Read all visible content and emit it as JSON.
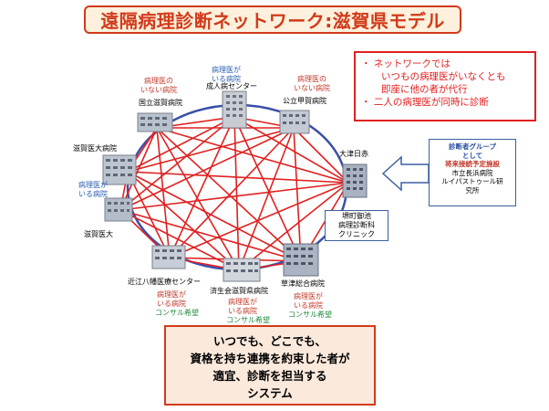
{
  "title": "遠隔病理診断ネットワーク:滋賀県モデル",
  "notes": [
    "・ ネットワークでは",
    "いつもの病理医がいなくとも",
    "即座に他の者が代行",
    "・ 二人の病理医が同時に診断"
  ],
  "group": {
    "title_line1": "診断者グループ",
    "title_line2": "として",
    "subtitle": "将来接続予定施設",
    "member1": "市立長浜病院",
    "member2": "ルイパストゥール研",
    "member3": "究所"
  },
  "clinic": {
    "line1": "堺町御池",
    "line2": "病理診断科",
    "line3": "クリニック"
  },
  "summary": [
    "いつでも、どこでも、",
    "資格を持ち連携を約束した者が",
    "適宜、診断を担当する",
    "システム"
  ],
  "labels": {
    "seijin_status_1": "病理医が",
    "seijin_status_2": "いる病院",
    "seijin_name": "成人病センター",
    "kokuritsu_status_1": "病理医の",
    "kokuritsu_status_2": "いない病院",
    "kokuritsu_name": "国立滋賀病院",
    "koka_status_1": "病理医の",
    "koka_status_2": "いない病院",
    "koka_name": "公立甲賀病院",
    "otsu_name": "大津日赤",
    "idai_name": "滋賀医大病院",
    "idai_status_1": "病理医が",
    "idai_status_2": "いる病院",
    "shiga_idai_name": "滋賀医大",
    "omi_name": "近江八幡医療センター",
    "omi_status_1": "病理医が",
    "omi_status_2": "いる病院",
    "omi_consult": "コンサル希望",
    "saiseikai_name": "済生会滋賀県病院",
    "saiseikai_status_1": "病理医が",
    "saiseikai_status_2": "いる病院",
    "saiseikai_consult": "コンサル希望",
    "kusatsu_name": "草津総合病院",
    "kusatsu_status_1": "病理医が",
    "kusatsu_status_2": "いる病院",
    "kusatsu_consult": "コンサル希望"
  },
  "colors": {
    "accent_red": "#d23a1a",
    "network_line": "#e02020",
    "ellipse_stroke": "#3a4fa8",
    "arrow_fill": "#ffffff",
    "arrow_stroke": "#3a5fa0",
    "summary_bg": "#fbe9dc",
    "title_bg": "#fdf0dc"
  },
  "icons": [
    "hospital-building-icon",
    "arrow-left-icon"
  ]
}
